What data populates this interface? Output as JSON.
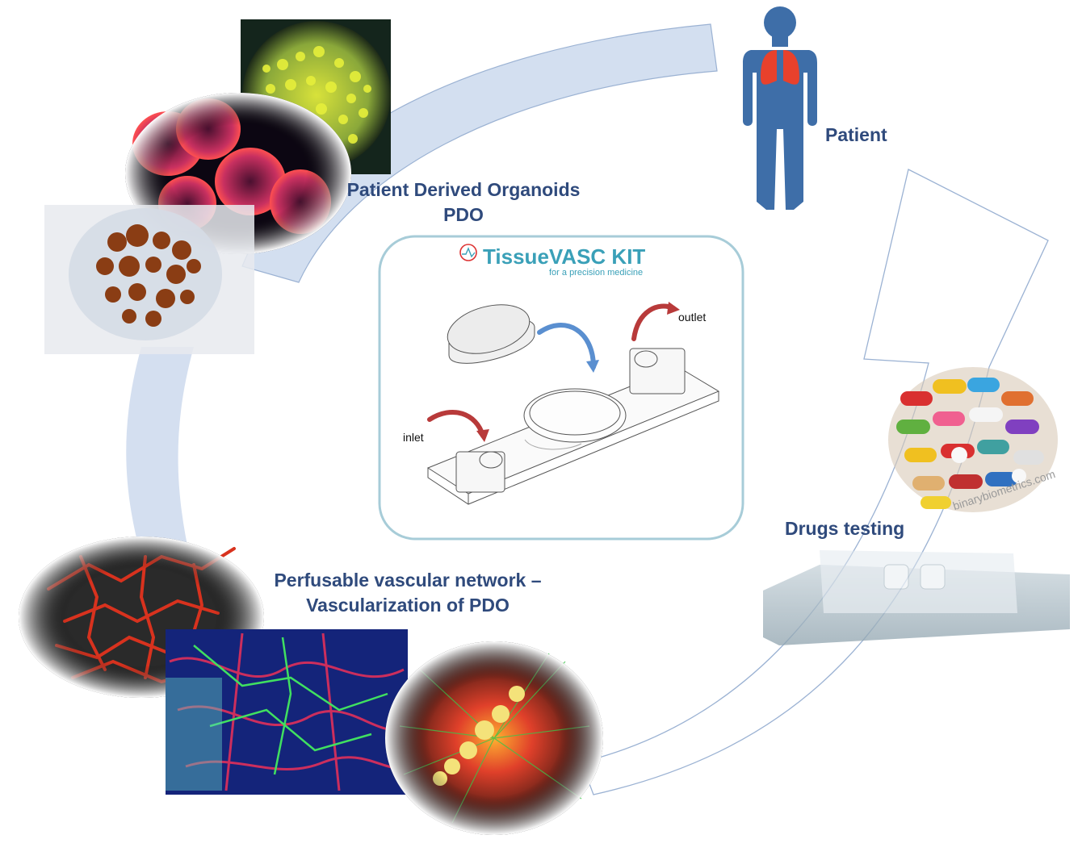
{
  "labels": {
    "patient": "Patient",
    "pdo_line1": "Patient Derived Organoids",
    "pdo_line2": "PDO",
    "vascular_line1": "Perfusable vascular network –",
    "vascular_line2": "Vascularization of PDO",
    "drugs": "Drugs testing"
  },
  "kit": {
    "title": "TissueVASC KIT",
    "subtitle": "for a precision medicine",
    "inlet": "inlet",
    "outlet": "outlet"
  },
  "watermark": "binarybiometrics.com",
  "colors": {
    "label_text": "#2f4a7c",
    "kit_accent": "#3aa0b8",
    "cycle_arrow": "#c5d5ea",
    "lungs": "#e8412c",
    "body": "#3e6ea8"
  }
}
